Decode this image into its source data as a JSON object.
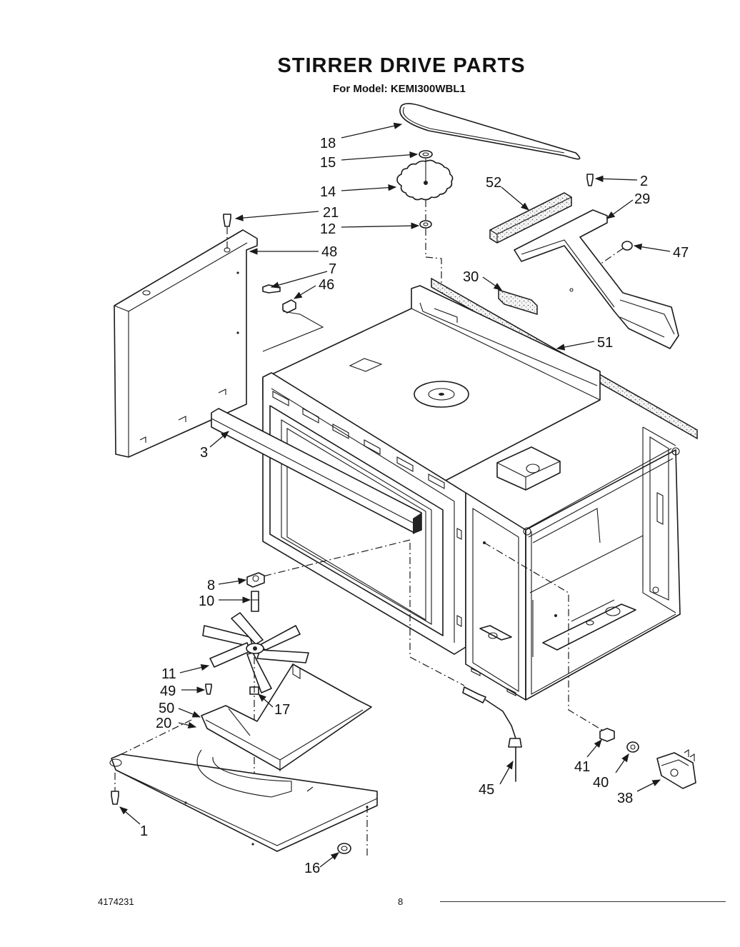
{
  "title": "STIRRER DRIVE PARTS",
  "subtitle": "For Model: KEMI300WBL1",
  "footer": {
    "part_number": "4174231",
    "page": "8"
  },
  "callouts": [
    {
      "num": "18",
      "part": "belt"
    },
    {
      "num": "15",
      "part": "clip"
    },
    {
      "num": "14",
      "part": "stirrer-pulley"
    },
    {
      "num": "12",
      "part": "washer"
    },
    {
      "num": "21",
      "part": "screw"
    },
    {
      "num": "48",
      "part": "side-shield-panel"
    },
    {
      "num": "7",
      "part": "screw"
    },
    {
      "num": "46",
      "part": "clip"
    },
    {
      "num": "2",
      "part": "screw"
    },
    {
      "num": "52",
      "part": "gasket"
    },
    {
      "num": "29",
      "part": "bracket"
    },
    {
      "num": "47",
      "part": "grommet"
    },
    {
      "num": "30",
      "part": "gasket"
    },
    {
      "num": "51",
      "part": "gasket-strip"
    },
    {
      "num": "3",
      "part": "front-gasket"
    },
    {
      "num": "8",
      "part": "bearing"
    },
    {
      "num": "10",
      "part": "shaft"
    },
    {
      "num": "11",
      "part": "stirrer-blade"
    },
    {
      "num": "49",
      "part": "screw"
    },
    {
      "num": "17",
      "part": "nut"
    },
    {
      "num": "50",
      "part": "bracket"
    },
    {
      "num": "20",
      "part": "stirrer-cover"
    },
    {
      "num": "1",
      "part": "screw"
    },
    {
      "num": "16",
      "part": "grommet"
    },
    {
      "num": "45",
      "part": "sensor"
    },
    {
      "num": "41",
      "part": "nut"
    },
    {
      "num": "40",
      "part": "washer"
    },
    {
      "num": "38",
      "part": "thermal-cutout"
    }
  ]
}
